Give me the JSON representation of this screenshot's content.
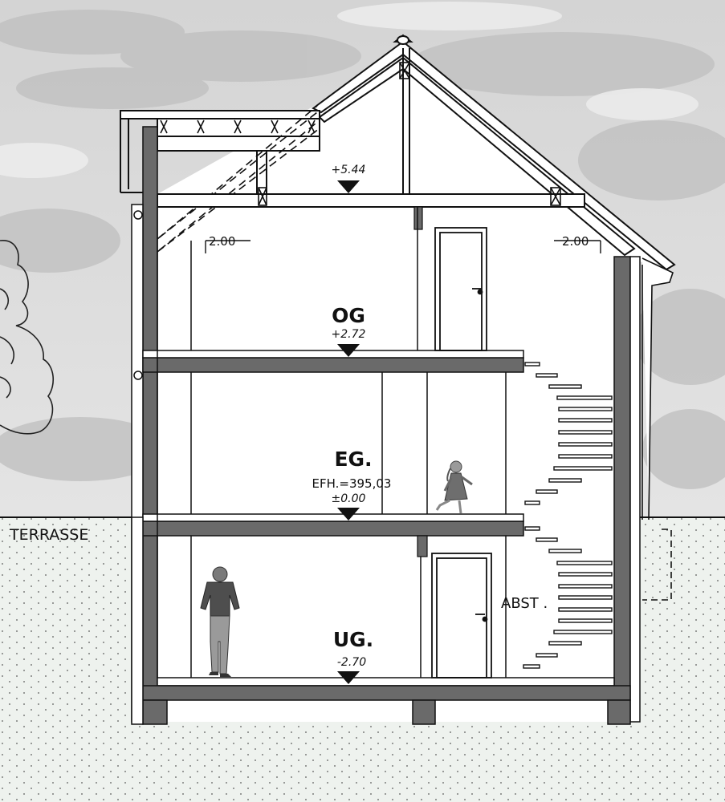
{
  "section": {
    "floors": [
      {
        "id": "og",
        "name": "OG",
        "elevation": "+2.72"
      },
      {
        "id": "eg",
        "name": "EG.",
        "efh": "EFH.=395,03",
        "elevation": "±0.00"
      },
      {
        "id": "ug",
        "name": "UG.",
        "elevation": "-2.70"
      }
    ],
    "attic_elevation": "+5.44",
    "room_heights": [
      "2.00",
      "2.00"
    ],
    "ground_label": "TERRASSE",
    "storage_label": "ABST ."
  },
  "colors": {
    "wall": "#6a6a6a",
    "line": "#111111",
    "ground": "#eef2ee",
    "sky": "#d9d9d9"
  }
}
